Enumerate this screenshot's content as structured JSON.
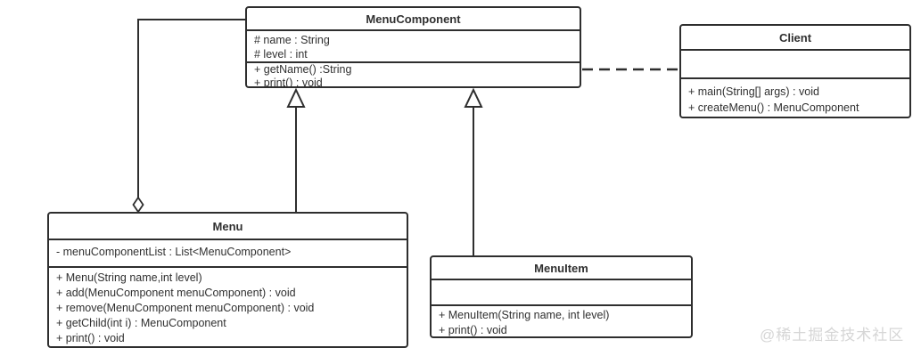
{
  "diagram": {
    "classes": {
      "menuComponent": {
        "title": "MenuComponent",
        "attributes": [
          "# name : String",
          "# level : int"
        ],
        "methods": [
          "+ getName() :String",
          "+ print() : void"
        ]
      },
      "menu": {
        "title": "Menu",
        "attributes": [
          "- menuComponentList : List<MenuComponent>"
        ],
        "methods": [
          "+ Menu(String name,int level)",
          "+ add(MenuComponent menuComponent) : void",
          "+ remove(MenuComponent menuComponent) : void",
          "+ getChild(int i) : MenuComponent",
          "+ print() : void"
        ]
      },
      "menuItem": {
        "title": "MenuItem",
        "attributes": [],
        "methods": [
          "+ MenuItem(String name, int level)",
          "+ print() : void"
        ]
      },
      "client": {
        "title": "Client",
        "attributes": [],
        "methods": [
          "+ main(String[] args) : void",
          "+ createMenu() : MenuComponent"
        ]
      }
    },
    "relationships": [
      {
        "type": "aggregation",
        "from": "Menu",
        "to": "MenuComponent"
      },
      {
        "type": "generalization",
        "from": "Menu",
        "to": "MenuComponent"
      },
      {
        "type": "generalization",
        "from": "MenuItem",
        "to": "MenuComponent"
      },
      {
        "type": "dependency",
        "from": "Client",
        "to": "MenuComponent",
        "style": "dashed"
      }
    ],
    "colors": {
      "line": "#2e2e2e",
      "text": "#303030",
      "background": "#ffffff",
      "watermark": "#d6d6d6"
    }
  },
  "watermark": {
    "text": "@稀土掘金技术社区"
  }
}
